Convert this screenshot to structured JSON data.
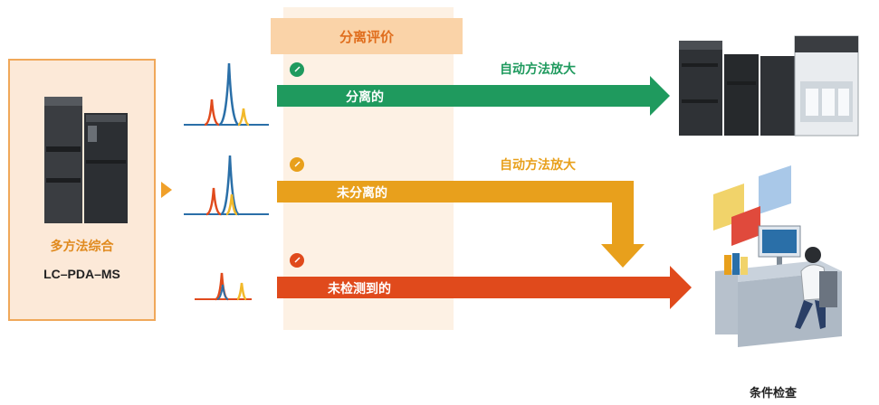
{
  "left_panel": {
    "title": "多方法综合",
    "subtitle": "LC–PDA–MS"
  },
  "evaluation_header": "分离评价",
  "rows": [
    {
      "result": "分离的",
      "action": "自动方法放大",
      "color": "#1f9a5e"
    },
    {
      "result": "未分离的",
      "action": "自动方法放大",
      "color": "#e8a01c"
    },
    {
      "result": "未检测到的",
      "color": "#e04a1c"
    }
  ],
  "right_bottom_caption": "条件检查"
}
